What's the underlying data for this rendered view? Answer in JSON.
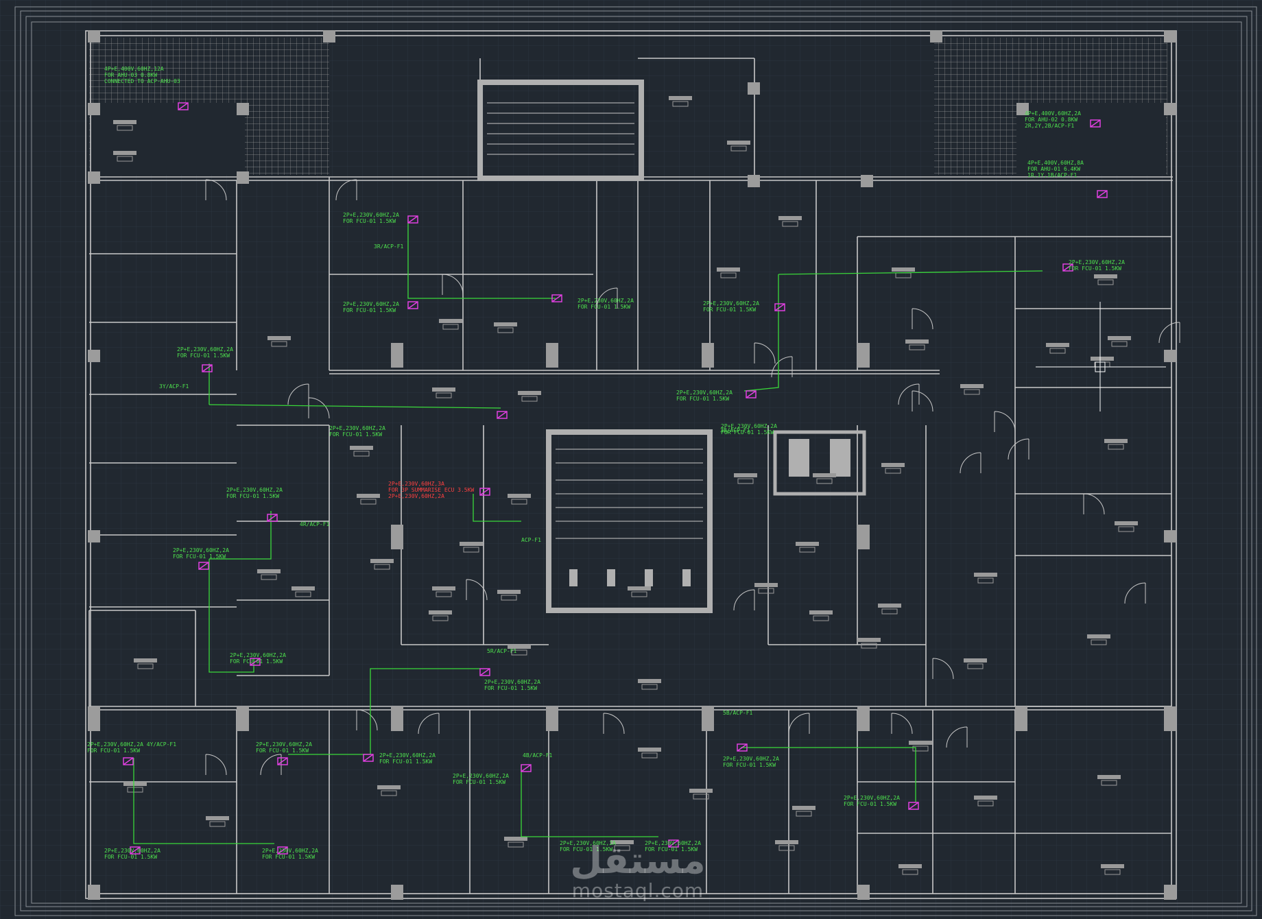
{
  "colors": {
    "background": "#212830",
    "grid": "#2b3440",
    "wall": "#c9c9c9",
    "wire": "#3ad93a",
    "panel": "#e040e0",
    "red": "#ff4040"
  },
  "labels": [
    {
      "id": "l1",
      "lines": [
        "4P+E,400V,60HZ,12A",
        "FOR AHU-03 0.8KW",
        "CONNECTED TO ACP-AHU-03"
      ]
    },
    {
      "id": "l2",
      "lines": [
        "4P+E,400V,60HZ,2A",
        "FOR AHU-02 0.8KW",
        "2R,2Y,2B/ACP-F1"
      ]
    },
    {
      "id": "l3",
      "lines": [
        "4P+E,400V,60HZ,8A",
        "FOR AHU-01 6.4KW",
        "1R,1Y,1B/ACP-F1"
      ]
    },
    {
      "id": "l4",
      "lines": [
        "2P+E,230V,60HZ,2A",
        "FOR FCU-01 1.5KW"
      ]
    },
    {
      "id": "l5",
      "lines": [
        "3R/ACP-F1"
      ]
    },
    {
      "id": "l6",
      "lines": [
        "2P+E,230V,60HZ,2A",
        "FOR FCU-01 1.5KW"
      ]
    },
    {
      "id": "l7",
      "lines": [
        "2P+E,230V,60HZ,2A",
        "FOR FCU-01 1.5KW"
      ]
    },
    {
      "id": "l8",
      "lines": [
        "2P+E,230V,60HZ,2A",
        "FOR FCU-01 1.5KW"
      ]
    },
    {
      "id": "l9",
      "lines": [
        "2P+E,230V,60HZ,2A",
        "FOR FCU-01 1.5KW"
      ]
    },
    {
      "id": "l10",
      "lines": [
        "2P+E,230V,60HZ,2A",
        "FOR FCU-01 1.5KW"
      ]
    },
    {
      "id": "l11",
      "lines": [
        "3Y/ACP-F1"
      ]
    },
    {
      "id": "l12",
      "lines": [
        "2P+E,230V,60HZ,2A",
        "FOR FCU-01 1.5KW"
      ]
    },
    {
      "id": "l13",
      "lines": [
        "2P+E,230V,60HZ,2A",
        "FOR FCU-01 1.5KW"
      ]
    },
    {
      "id": "l14",
      "lines": [
        "2P+E,230V,60HZ,2A",
        "FOR FCU-01 1.5KW"
      ]
    },
    {
      "id": "l15",
      "lines": [
        "3B/ACP-F1"
      ]
    },
    {
      "id": "l16",
      "lines": [
        "2P+E,230V,60HZ,2A",
        "FOR FCU-01 1.5KW"
      ]
    },
    {
      "id": "l17",
      "lines": [
        "4R/ACP-F1"
      ]
    },
    {
      "id": "l18",
      "lines": [
        "2P+E,230V,60HZ,2A",
        "FOR FCU-01 1.5KW"
      ]
    },
    {
      "id": "l19",
      "lines": [
        "ACP-F1"
      ]
    },
    {
      "id": "l20",
      "lines": [
        "2P+E,230V,60HZ,2A",
        "FOR FCU-01 1.5KW"
      ]
    },
    {
      "id": "l21",
      "lines": [
        "5R/ACP-F1"
      ]
    },
    {
      "id": "l22",
      "lines": [
        "2P+E,230V,60HZ,2A",
        "FOR FCU-01 1.5KW"
      ]
    },
    {
      "id": "l23",
      "lines": [
        "2P+E,230V,60HZ,2A  4Y/ACP-F1",
        "FOR FCU-01 1.5KW"
      ]
    },
    {
      "id": "l24",
      "lines": [
        "2P+E,230V,60HZ,2A",
        "FOR FCU-01 1.5KW"
      ]
    },
    {
      "id": "l25",
      "lines": [
        "2P+E,230V,60HZ,2A",
        "FOR FCU-01 1.5KW"
      ]
    },
    {
      "id": "l26",
      "lines": [
        "4B/ACP-F1"
      ]
    },
    {
      "id": "l27",
      "lines": [
        "2P+E,230V,60HZ,2A",
        "FOR FCU-01 1.5KW"
      ]
    },
    {
      "id": "l28",
      "lines": [
        "5B/ACP-F1"
      ]
    },
    {
      "id": "l29",
      "lines": [
        "2P+E,230V,60HZ,2A",
        "FOR FCU-01 1.5KW"
      ]
    },
    {
      "id": "l30",
      "lines": [
        "2P+E,230V,60HZ,2A",
        "FOR FCU-01 1.5KW"
      ]
    },
    {
      "id": "l31",
      "lines": [
        "2P+E,230V,60HZ,2A",
        "FOR FCU-01 1.5KW"
      ]
    },
    {
      "id": "l32",
      "lines": [
        "2P+E,230V,60HZ,2A",
        "FOR FCU-01 1.5KW"
      ]
    },
    {
      "id": "l33",
      "lines": [
        "2P+E,230V,60HZ,2A",
        "FOR FCU-01 1.5KW"
      ]
    },
    {
      "id": "l34",
      "lines": [
        "2P+E,230V,60HZ,2A",
        "FOR FCU-01 1.5KW"
      ]
    }
  ],
  "red_label": {
    "lines": [
      "2P+E,230V,60HZ,3A",
      "FOR 3P SUMMARISE ECU 3.5KW",
      "2P+E,230V,60HZ,2A"
    ]
  },
  "watermark": {
    "logo": "مستقل",
    "site": "mostaql.com"
  }
}
